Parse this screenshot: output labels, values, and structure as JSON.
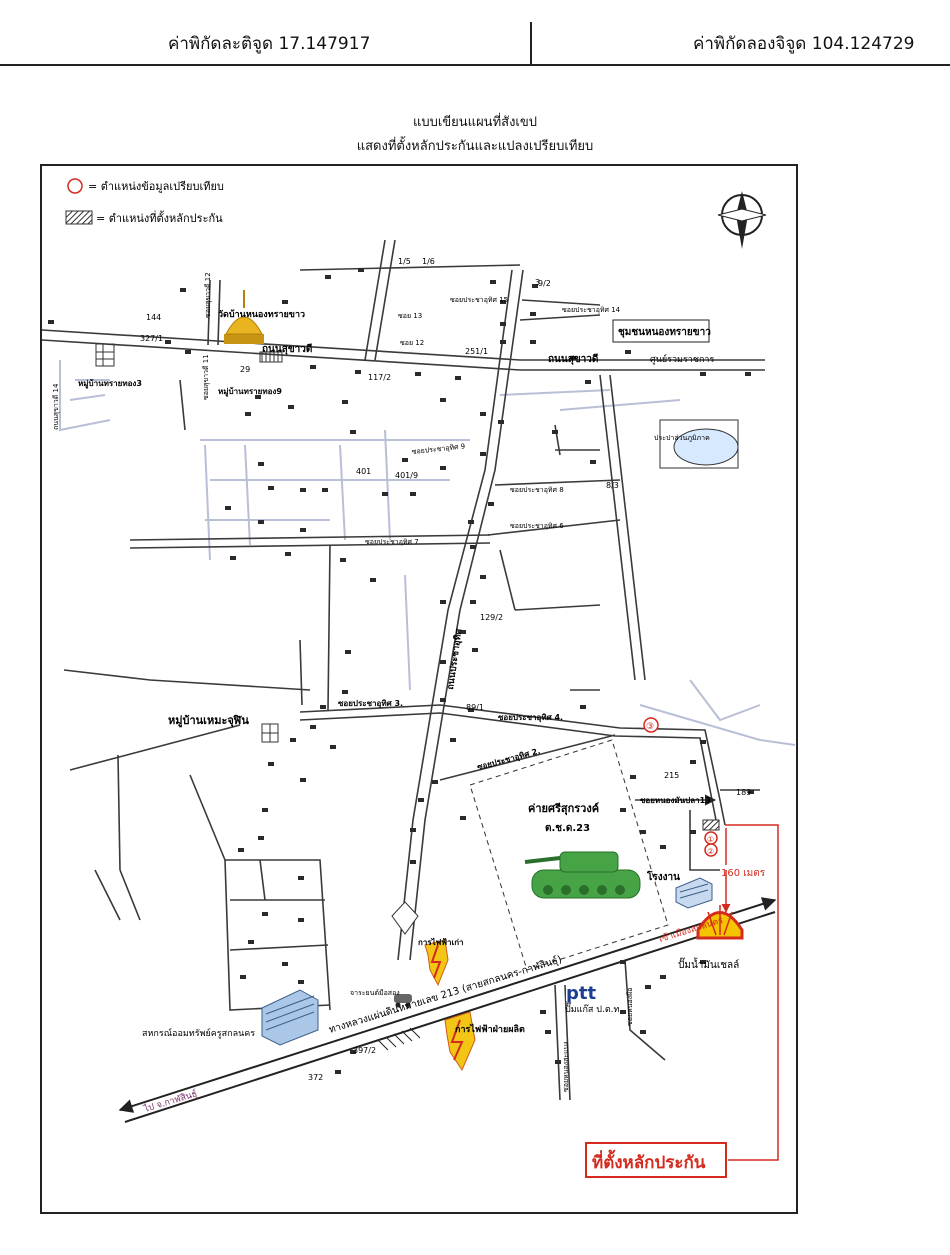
{
  "coords": {
    "latitude": "ค่าพิกัดละติจูด 17.147917",
    "longitude": "ค่าพิกัดลองจิจูด 104.124729"
  },
  "title": {
    "line1": "แบบเขียนแผนที่สังเขป",
    "line2": "แสดงที่ตั้งหลักประกันและแปลงเปรียบเทียบ"
  },
  "legend": {
    "comparable": "= ตำแหน่งข้อมูลเปรียบเทียบ",
    "collateral": "= ตำแหน่งที่ตั้งหลักประกัน"
  },
  "icons": {
    "north": "compass-north-icon",
    "temple": "temple-icon",
    "tank": "tank-icon",
    "shell": "shell-logo-icon",
    "ptt": "ptt-logo-icon",
    "electricity": "electricity-authority-icon",
    "building": "building-icon"
  },
  "colors": {
    "road": "#3a3a3a",
    "minor_road": "#b9bfd6",
    "callout": "#d42b1e",
    "tank": "#46a447",
    "pond": "#d6e9ff"
  },
  "labels": {
    "community": "ชุมชนหนองทรายขาว",
    "temple": "วัดบ้านหนองทรายขาว",
    "road_main": "ถนนสุขาวดี",
    "road_main_east": "ถนนสุขาวดี",
    "to_center": "ศูนย์รวมราชการ",
    "village_43": "หมู่บ้านทรายทอง3",
    "village_9": "หมู่บ้านทรายทอง9",
    "soi_sukhawadi_12": "ซอยสุขาวดี 12",
    "soi_sukhawadi_11": "ซอยสุขาวดี 11",
    "road_sukhawadi_14": "ถนนสุขาวดี 14",
    "soi_15": "ซอยประชาอุทิศ 15",
    "soi_14": "ซอยประชาอุทิศ 14",
    "soi_13": "ซอย 13",
    "soi_12": "ซอย 12",
    "soi_9": "ซอยประชาอุทิศ 9",
    "soi_8": "ซอยประชาอุทิศ 8",
    "soi_7": "ซอยประชาอุทิศ 7",
    "soi_6": "ซอยประชาอุทิศ 6",
    "soi_3": "ซอยประชาอุทิศ 3.",
    "soi_4": "ซอยประชาอุทิศ 4.",
    "soi_2": "ซอยประชาอุทิศ 2.",
    "road_prachautit": "ถนนประชาอุทิศ",
    "water_works": "ประปาส่วนภูมิภาค",
    "village_hemchulin": "หมู่บ้านเหมะจุฬิน",
    "camp": "ค่ายศรีสุกรวงค์",
    "camp_unit": "ต.ช.ด.23",
    "factory": "โรงงาน",
    "soi_nongmanpla": "ซอยหนองมันปลา13",
    "distance": "160 เมตร",
    "to_sakon": "เข้าเมืองสกลนคร",
    "shell": "ปั๊มน้ำมันเชลล์",
    "ptt_station": "ปั๊มแก๊ส ป.ต.ท",
    "ptt_logo": "ptt",
    "old_electricity": "การไฟฟ้าเก่า",
    "electricity_production": "การไฟฟ้าฝ่ายผลิต",
    "car_dealer": "จาระยนต์มือสอง",
    "coop": "สหกรณ์ออมทรัพย์ครูสกลนคร",
    "highway": "ทางหลวงแผ่นดินหมายเลข 213 (สายสกลนคร-กาฬสินธุ์)",
    "to_kalasin": "ไป จ.กาฬสินธุ์",
    "soi_nongsaeng": "ซอยหนองสะแบง",
    "soi_nongphue": "ซอยหนองผือ",
    "collateral_callout": "ที่ตั้งหลักประกัน"
  },
  "points": {
    "comparable_1": "①",
    "comparable_2": "②",
    "comparable_3": "③",
    "house_numbers": [
      "144",
      "327/1",
      "29",
      "117/2",
      "401",
      "401/9",
      "8/3",
      "129/2",
      "89/1",
      "215",
      "189",
      "372",
      "397/2",
      "3",
      "9/2",
      "1/5",
      "1/6",
      "251/1"
    ]
  }
}
